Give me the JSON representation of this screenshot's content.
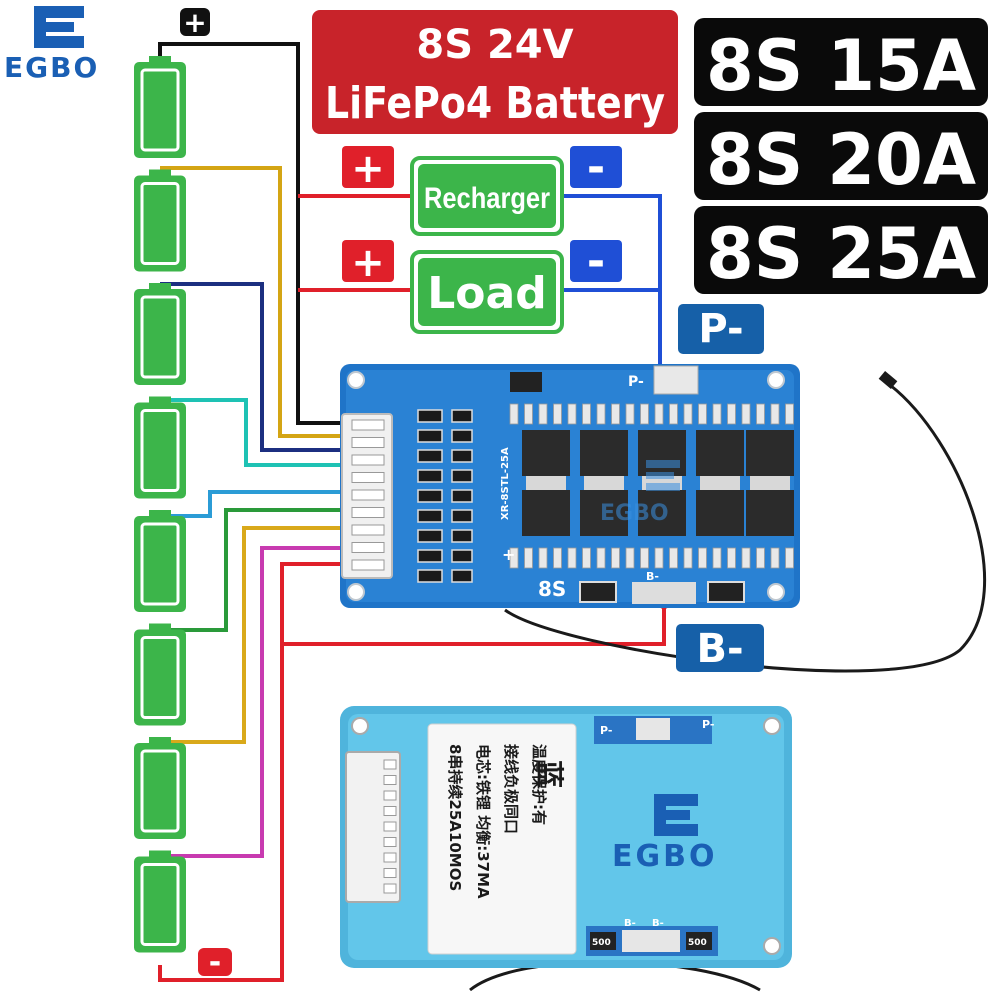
{
  "brand": {
    "logo_text": "EGBO",
    "color": "#1a5fb4"
  },
  "title_box": {
    "line1": "8S 24V",
    "line2": "LiFePo4 Battery",
    "color": "#c8232a"
  },
  "ratings": [
    {
      "label": "8S 15A"
    },
    {
      "label": "8S 20A"
    },
    {
      "label": "8S 25A"
    }
  ],
  "terminals": {
    "battery_plus": "+",
    "battery_minus": "-",
    "recharger_plus": "+",
    "recharger_minus": "-",
    "load_plus": "+",
    "load_minus": "-",
    "p_minus": "P-",
    "b_minus": "B-"
  },
  "devices": {
    "recharger": "Recharger",
    "load": "Load"
  },
  "pcb_front": {
    "series_label": "8S",
    "model_marking": "XR-8STL-25A",
    "pad_p": "P-",
    "pad_b": "B-",
    "plus_mark": "+"
  },
  "pcb_back": {
    "sticker_title": "蓝",
    "sticker_lines": [
      "8串持续25A10MOS",
      "电芯:铁锂  均衡:37MA",
      "接线负极同口",
      "温度保护:有"
    ],
    "pad_p1": "P-",
    "pad_p2": "P-",
    "pad_b1": "B-",
    "pad_b2": "B-",
    "res_label1": "500",
    "res_label2": "500"
  },
  "colors": {
    "cell_green": "#3cb54a",
    "wire_red": "#e0202a",
    "wire_blue": "#1f4fd6",
    "pcb_blue": "#1f74c8",
    "back_cover": "#5cc3e6"
  },
  "battery": {
    "cell_count": 8
  }
}
